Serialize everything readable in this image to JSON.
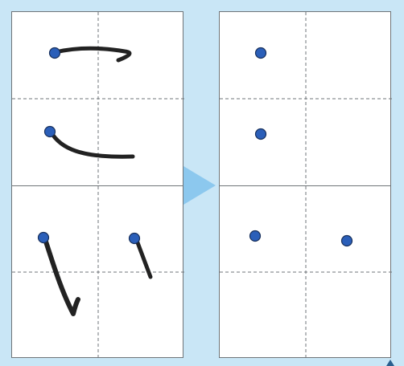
{
  "colors": {
    "background": "#c9e6f6",
    "cell_border": "#6f7478",
    "dashed_guides": "#6f7478",
    "start_dot_fill": "#2b5fb9",
    "start_dot_stroke": "#18305c",
    "stroke_ink": "#222222",
    "arrow": "#8cc8ee"
  },
  "icons": {
    "start_dot": "start-point-dot-icon",
    "arrow": "triangle-right-arrow-icon"
  },
  "left_panel": {
    "description_kind": "example-strokes",
    "cells": [
      {
        "id": "top",
        "strokes": [
          "horizontal-hook",
          "curved-tail"
        ]
      },
      {
        "id": "bottom",
        "strokes": [
          "left-falling-hook",
          "short-falling"
        ]
      }
    ]
  },
  "right_panel": {
    "description_kind": "practice-start-points",
    "cells": [
      {
        "id": "top",
        "dots": 2
      },
      {
        "id": "bottom",
        "dots": 2
      }
    ]
  }
}
